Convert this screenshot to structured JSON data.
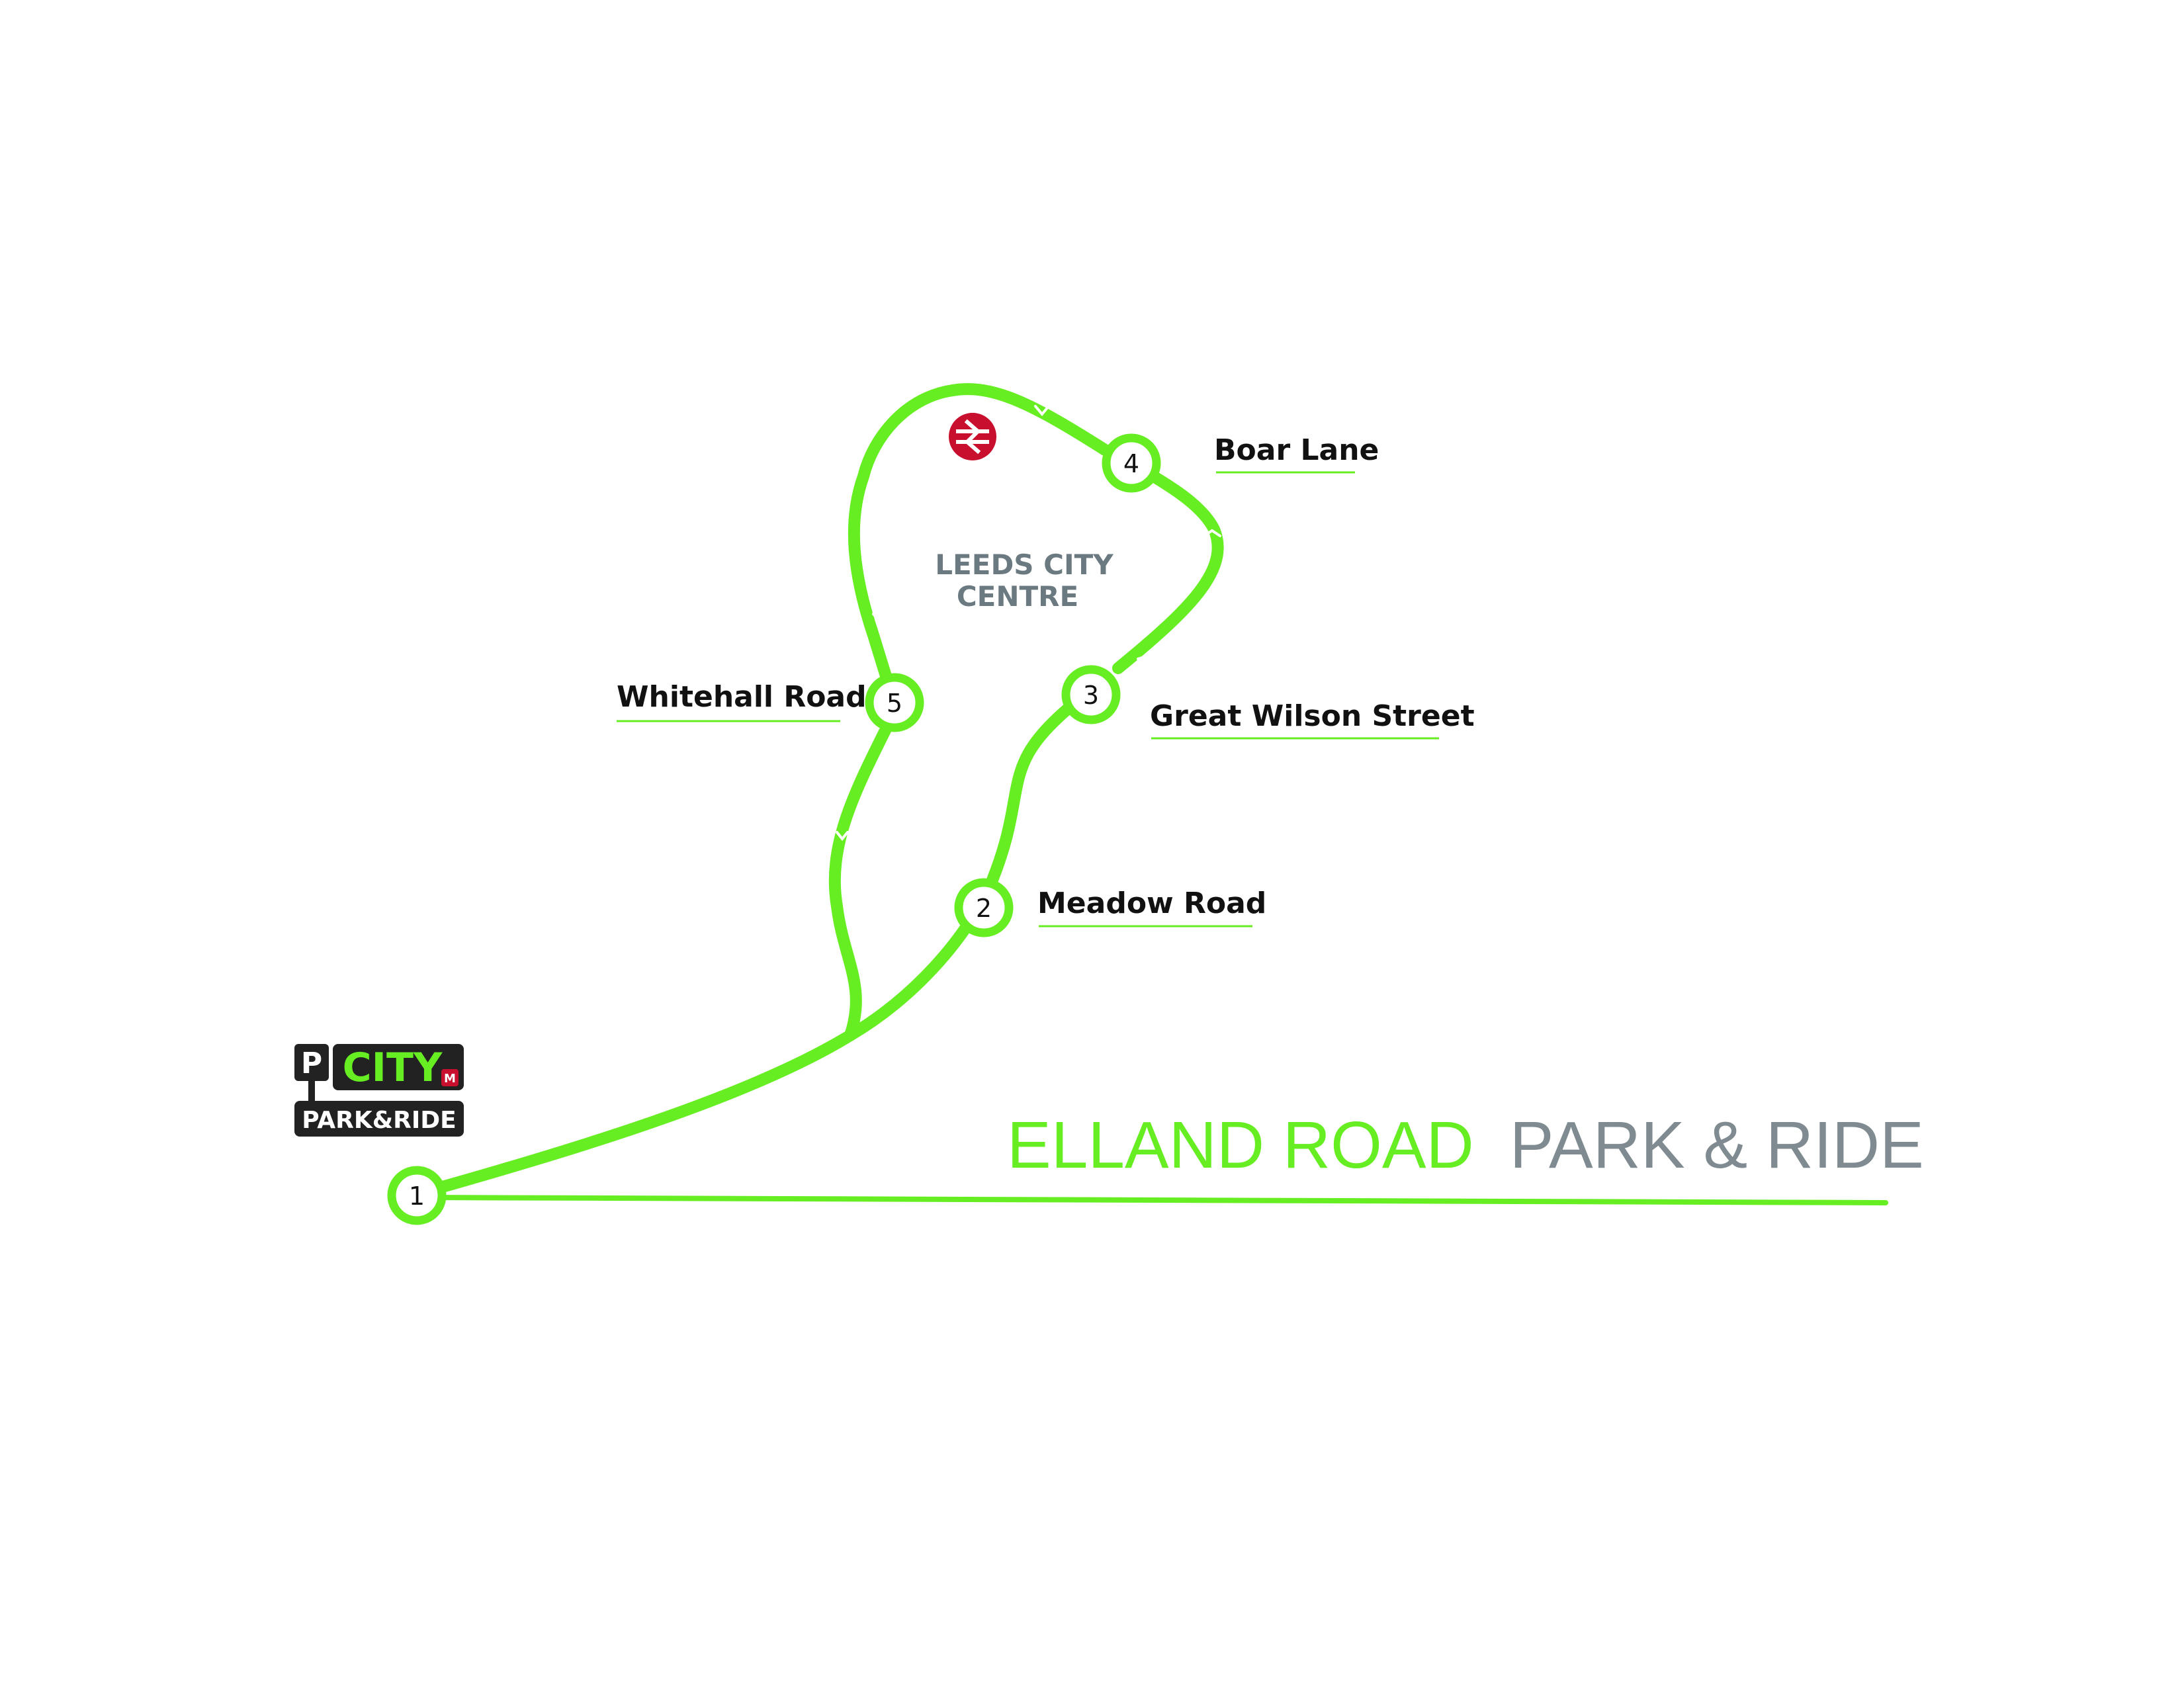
{
  "colors": {
    "route": "#66ee22",
    "title_grey": "#7f8b90",
    "area_grey": "#6b7a80",
    "rail_red": "#c8102e",
    "logo_dark": "#222222"
  },
  "title": {
    "part1": "ELLAND ROAD",
    "part2": "PARK & RIDE"
  },
  "area_label": {
    "line1": "LEEDS CITY",
    "line2": "CENTRE"
  },
  "stops": [
    {
      "number": "1",
      "name": ""
    },
    {
      "number": "2",
      "name": "Meadow Road"
    },
    {
      "number": "3",
      "name": "Great Wilson Street"
    },
    {
      "number": "4",
      "name": "Boar Lane"
    },
    {
      "number": "5",
      "name": "Whitehall Road"
    }
  ],
  "logo": {
    "p_letter": "P",
    "city": "CITY",
    "m_badge": "M",
    "park_ride": "PARK&RIDE"
  },
  "icons": {
    "rail": "national-rail-icon",
    "logo": "city-park-ride-logo"
  }
}
